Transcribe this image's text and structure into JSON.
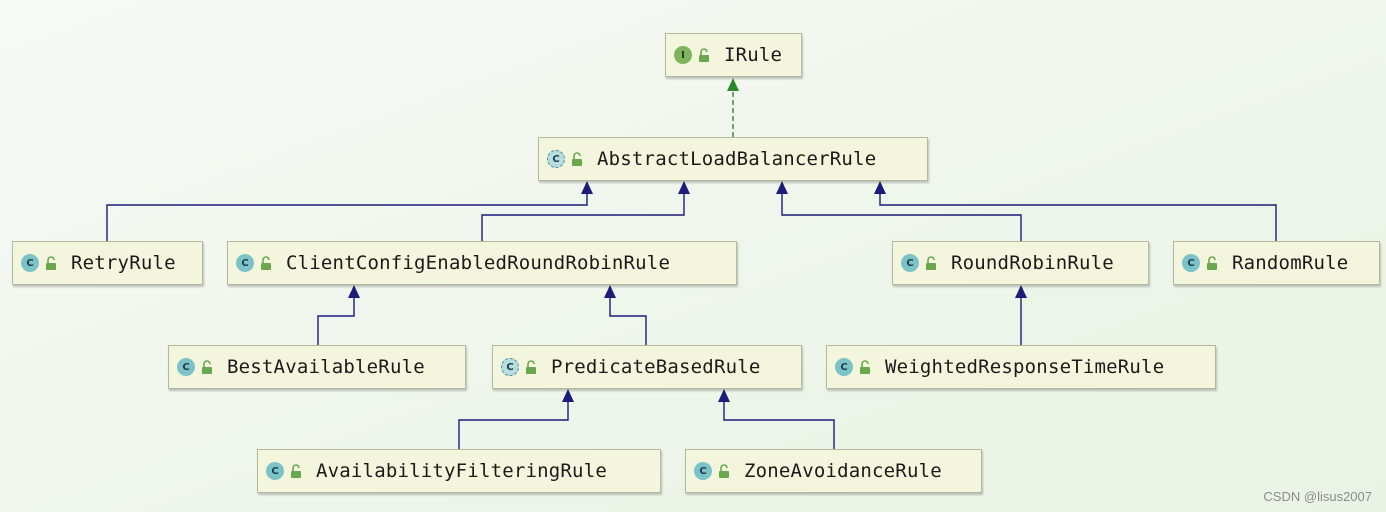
{
  "colors": {
    "inherit_line": "#1c1c7a",
    "implement_line": "#2a8a2a",
    "node_fill": "#f3f6dc",
    "interface_badge": "#7fb35c",
    "class_badge": "#7cc3c9"
  },
  "nodes": [
    {
      "id": "irule",
      "label": "IRule",
      "kind": "interface",
      "badge": "I",
      "icon": "interface-icon"
    },
    {
      "id": "abstract",
      "label": "AbstractLoadBalancerRule",
      "kind": "abstract",
      "badge": "C",
      "icon": "abstract-class-icon"
    },
    {
      "id": "retry",
      "label": "RetryRule",
      "kind": "class",
      "badge": "C",
      "icon": "class-icon"
    },
    {
      "id": "clientcfg",
      "label": "ClientConfigEnabledRoundRobinRule",
      "kind": "class",
      "badge": "C",
      "icon": "class-icon"
    },
    {
      "id": "roundrobin",
      "label": "RoundRobinRule",
      "kind": "class",
      "badge": "C",
      "icon": "class-icon"
    },
    {
      "id": "random",
      "label": "RandomRule",
      "kind": "class",
      "badge": "C",
      "icon": "class-icon"
    },
    {
      "id": "bestavail",
      "label": "BestAvailableRule",
      "kind": "class",
      "badge": "C",
      "icon": "class-icon"
    },
    {
      "id": "predicate",
      "label": "PredicateBasedRule",
      "kind": "abstract",
      "badge": "C",
      "icon": "abstract-class-icon"
    },
    {
      "id": "weighted",
      "label": "WeightedResponseTimeRule",
      "kind": "class",
      "badge": "C",
      "icon": "class-icon"
    },
    {
      "id": "availfilter",
      "label": "AvailabilityFilteringRule",
      "kind": "class",
      "badge": "C",
      "icon": "class-icon"
    },
    {
      "id": "zoneavoid",
      "label": "ZoneAvoidanceRule",
      "kind": "class",
      "badge": "C",
      "icon": "class-icon"
    }
  ],
  "edges": [
    {
      "from": "abstract",
      "to": "irule",
      "type": "implements"
    },
    {
      "from": "retry",
      "to": "abstract",
      "type": "extends"
    },
    {
      "from": "clientcfg",
      "to": "abstract",
      "type": "extends"
    },
    {
      "from": "roundrobin",
      "to": "abstract",
      "type": "extends"
    },
    {
      "from": "random",
      "to": "abstract",
      "type": "extends"
    },
    {
      "from": "bestavail",
      "to": "clientcfg",
      "type": "extends"
    },
    {
      "from": "predicate",
      "to": "clientcfg",
      "type": "extends"
    },
    {
      "from": "weighted",
      "to": "roundrobin",
      "type": "extends"
    },
    {
      "from": "availfilter",
      "to": "predicate",
      "type": "extends"
    },
    {
      "from": "zoneavoid",
      "to": "predicate",
      "type": "extends"
    }
  ],
  "watermark": "CSDN @lisus2007"
}
